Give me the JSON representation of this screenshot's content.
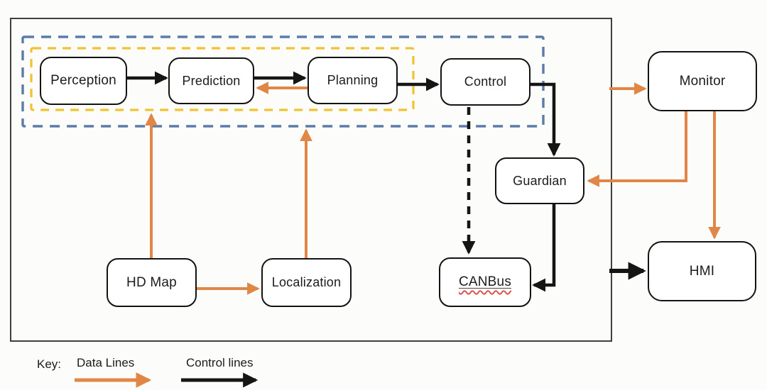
{
  "colors": {
    "data_line": "#E08747",
    "control_line": "#151515",
    "group_outer": "#5B7BA8",
    "group_inner": "#F1C232",
    "node_border": "#131313",
    "node_bg": "#FFFFFF",
    "frame_border": "#3F3F3F",
    "canvas_bg": "#FCFCFA",
    "text": "#1C1C1C",
    "misspell": "#E0524D"
  },
  "nodes": {
    "perception": {
      "label": "Perception"
    },
    "prediction": {
      "label": "Prediction"
    },
    "planning": {
      "label": "Planning"
    },
    "control": {
      "label": "Control"
    },
    "monitor": {
      "label": "Monitor"
    },
    "guardian": {
      "label": "Guardian"
    },
    "hdmap": {
      "label": "HD Map"
    },
    "localization": {
      "label": "Localization"
    },
    "canbus": {
      "label": "CANBus"
    },
    "hmi": {
      "label": "HMI"
    }
  },
  "edges": [
    {
      "from": "Perception",
      "to": "Prediction",
      "type": "control",
      "style": "solid"
    },
    {
      "from": "Prediction",
      "to": "Planning",
      "type": "control",
      "style": "solid"
    },
    {
      "from": "Planning",
      "to": "Control",
      "type": "control",
      "style": "solid"
    },
    {
      "from": "Control",
      "to": "Guardian",
      "type": "control",
      "style": "solid"
    },
    {
      "from": "Guardian",
      "to": "CANBus",
      "type": "control",
      "style": "solid"
    },
    {
      "from": "Control",
      "to": "CANBus",
      "type": "control",
      "style": "dashed"
    },
    {
      "from": "System boundary",
      "to": "HMI",
      "type": "control",
      "style": "solid"
    },
    {
      "from": "Planning",
      "to": "Prediction",
      "type": "data",
      "style": "solid"
    },
    {
      "from": "HD Map",
      "to": "Perception pipeline group",
      "type": "data",
      "style": "solid"
    },
    {
      "from": "HD Map",
      "to": "Localization",
      "type": "data",
      "style": "solid"
    },
    {
      "from": "Localization",
      "to": "Driving modules group",
      "type": "data",
      "style": "solid"
    },
    {
      "from": "System boundary",
      "to": "Monitor",
      "type": "data",
      "style": "solid"
    },
    {
      "from": "Monitor",
      "to": "Guardian",
      "type": "data",
      "style": "solid"
    },
    {
      "from": "Monitor",
      "to": "HMI",
      "type": "data",
      "style": "solid"
    }
  ],
  "key": {
    "label": "Key:",
    "data_label": "Data Lines",
    "control_label": "Control lines"
  }
}
